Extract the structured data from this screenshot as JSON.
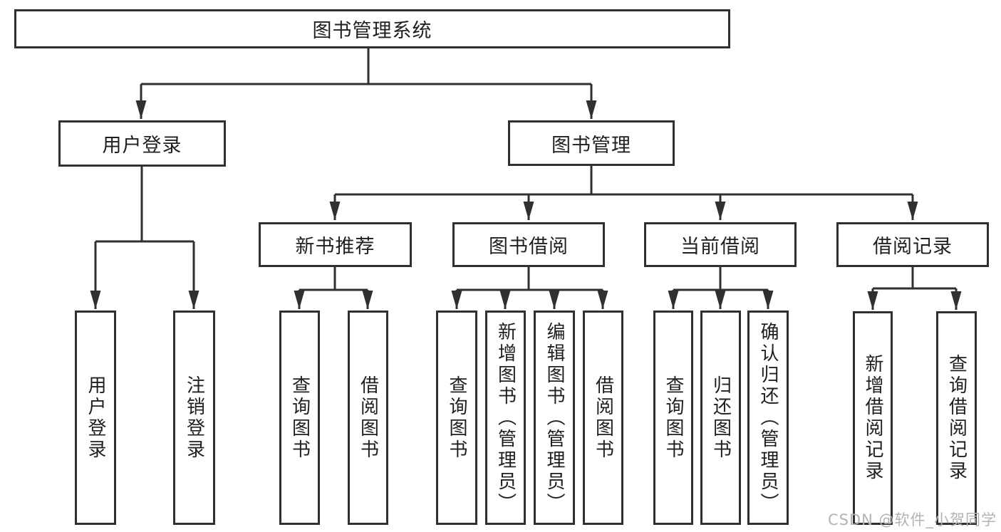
{
  "diagram": {
    "root": "图书管理系统",
    "branches": {
      "user": "用户登录",
      "mgmt": "图书管理"
    },
    "modules": [
      "新书推荐",
      "图书借阅",
      "当前借阅",
      "借阅记录"
    ],
    "leaves": {
      "user": [
        "用户登录",
        "注销登录"
      ],
      "recommend": [
        "查询图书",
        "借阅图书"
      ],
      "borrow": [
        "查询图书",
        "新增图书（管理员）",
        "编辑图书（管理员）",
        "借阅图书"
      ],
      "current": [
        "查询图书",
        "归还图书",
        "确认归还（管理员）"
      ],
      "records": [
        "新增借阅记录",
        "查询借阅记录"
      ]
    }
  },
  "watermark": "CSDN @软件_小贺同学",
  "colors": {
    "line": "#303030",
    "text": "#1f1f1f",
    "background": "#ffffff",
    "watermark": "#b3b3b3"
  }
}
